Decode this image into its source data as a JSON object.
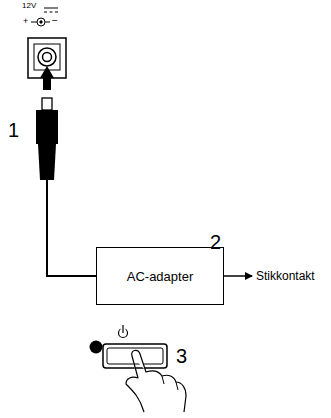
{
  "diagram": {
    "nodes": [
      {
        "text": [
          "AC-adapter"
        ]
      }
    ],
    "labels": [
      "12V",
      "+",
      "−",
      "1",
      "2",
      "Stikkontakt",
      "3"
    ]
  }
}
